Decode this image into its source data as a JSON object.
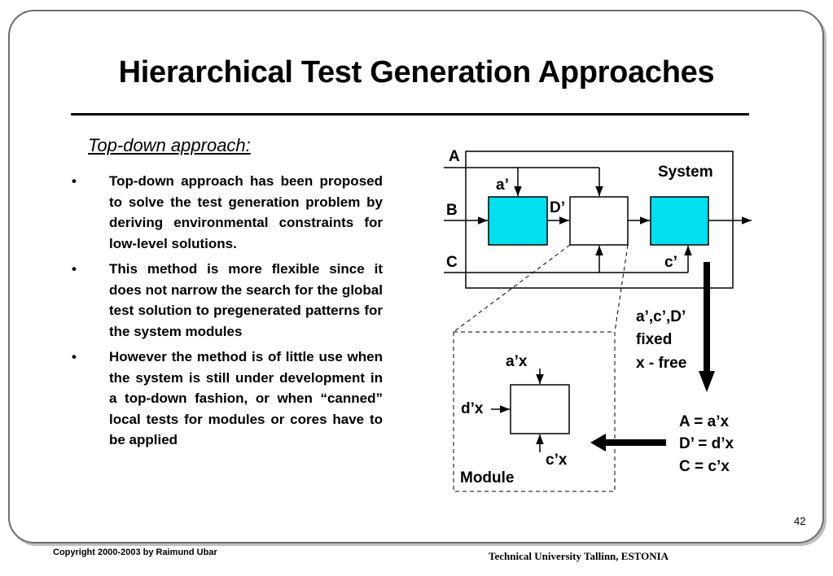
{
  "slide": {
    "title": "Hierarchical Test Generation Approaches",
    "subtitle": "Top-down approach:",
    "page_number": "42",
    "bullet_symbol": "•"
  },
  "bullets": [
    "Top-down approach has been proposed to solve the test generation problem by deriving environmental constraints for low-level solutions.",
    "This method is more flexible since it does not narrow the search for the global test solution to pregenerated patterns for the system modules",
    "However the method is of little use when the system is still under development in a top-down fashion, or when “canned” local tests for modules or cores have to be applied"
  ],
  "diagram": {
    "system_label": "System",
    "inputs": {
      "a": "A",
      "b": "B",
      "c": "C"
    },
    "signals": {
      "a_prime": "a’",
      "d_prime": "D’",
      "c_prime": "c’"
    },
    "constraints": [
      "a’,c’,D’",
      "fixed",
      "x - free"
    ],
    "module": {
      "label": "Module",
      "a_x": "a’x",
      "d_x": "d’x",
      "c_x": "c’x"
    },
    "equations": [
      "A = a’x",
      "D’ = d’x",
      "C = c’x"
    ],
    "colors": {
      "module_fill": "#00e0ee",
      "outline": "#000000"
    }
  },
  "footer": {
    "copyright": "Copyright 2000-2003 by Raimund Ubar",
    "institution": "Technical University Tallinn, ESTONIA"
  }
}
